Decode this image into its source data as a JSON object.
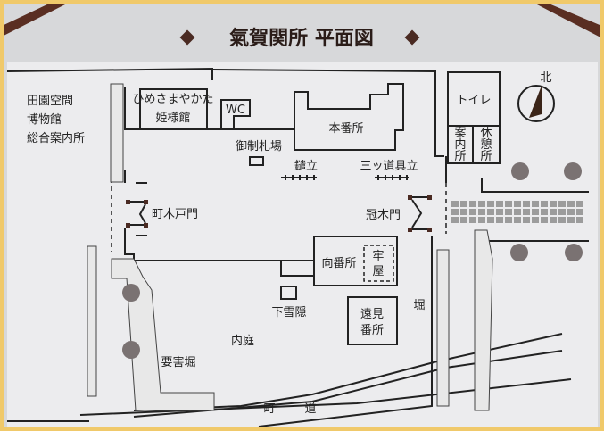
{
  "title": "氣賀関所 平面図",
  "compass": {
    "north_label": "北"
  },
  "labels": {
    "museum_line1": "田園空間",
    "museum_line2": "博物館",
    "museum_line3": "総合案内所",
    "hime_ruby": "ひめさまやかた",
    "hime": "姫様館",
    "wc": "WC",
    "honbansho": "本番所",
    "goseisatsuba": "御制札場",
    "yaridate": "鑓立",
    "mitsudougudate": "三ッ道具立",
    "toilet": "トイレ",
    "annaijo": [
      "案",
      "内",
      "所"
    ],
    "kyukeijo": [
      "休",
      "憩",
      "所"
    ],
    "machikidomon": "町木戸門",
    "kabukimon": "冠木門",
    "mukaibansho": "向番所",
    "roya": [
      "牢",
      "屋"
    ],
    "shimosetchin": "下雪隠",
    "tomibansho": [
      "遠見",
      "番所"
    ],
    "hori": "堀",
    "naitei": "内庭",
    "yougaibori": "要害堀",
    "machi": "町",
    "michi": "道"
  },
  "colors": {
    "frame": "#f0c96a",
    "accent": "#5a2e22",
    "paper": "#ececee"
  }
}
